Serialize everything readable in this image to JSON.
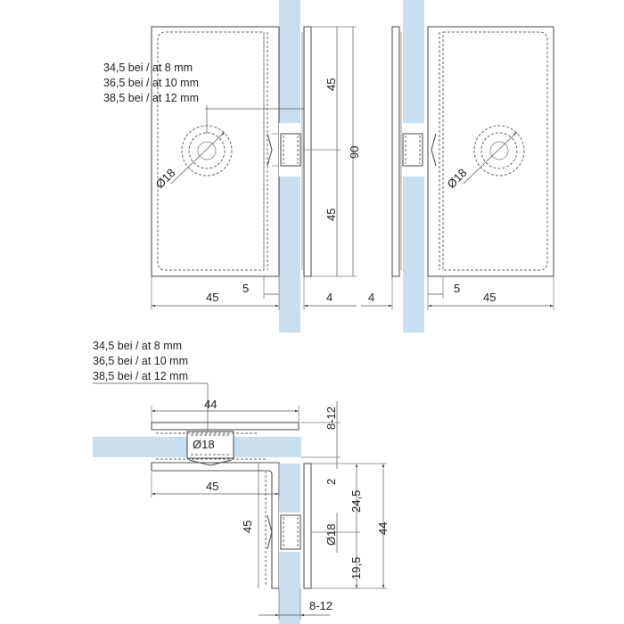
{
  "note_top": {
    "line1": "34,5 bei / at  8 mm",
    "line2": "36,5 bei / at 10 mm",
    "line3": "38,5 bei / at 12 mm"
  },
  "note_bottom": {
    "line1": "34,5 bei / at  8 mm",
    "line2": "36,5 bei / at 10 mm",
    "line3": "38,5 bei / at 12 mm"
  },
  "top_left": {
    "dim_width": "45",
    "dim_gap": "5",
    "dim_glass": "4",
    "dim_upper": "45",
    "dim_lower": "45",
    "dim_total": "90",
    "dim_hole": "Ø18"
  },
  "top_right": {
    "dim_width": "45",
    "dim_gap": "5",
    "dim_glass": "4",
    "dim_hole": "Ø18"
  },
  "bottom": {
    "dim_plate": "44",
    "dim_hole_h": "Ø18",
    "dim_thickness_h": "8-12",
    "dim_arm": "45",
    "dim_2": "2",
    "dim_24_5": "24,5",
    "dim_hole_v": "Ø18",
    "dim_19_5": "19,5",
    "dim_44_v": "44",
    "dim_45_v": "45",
    "dim_thickness_v": "8-12"
  }
}
